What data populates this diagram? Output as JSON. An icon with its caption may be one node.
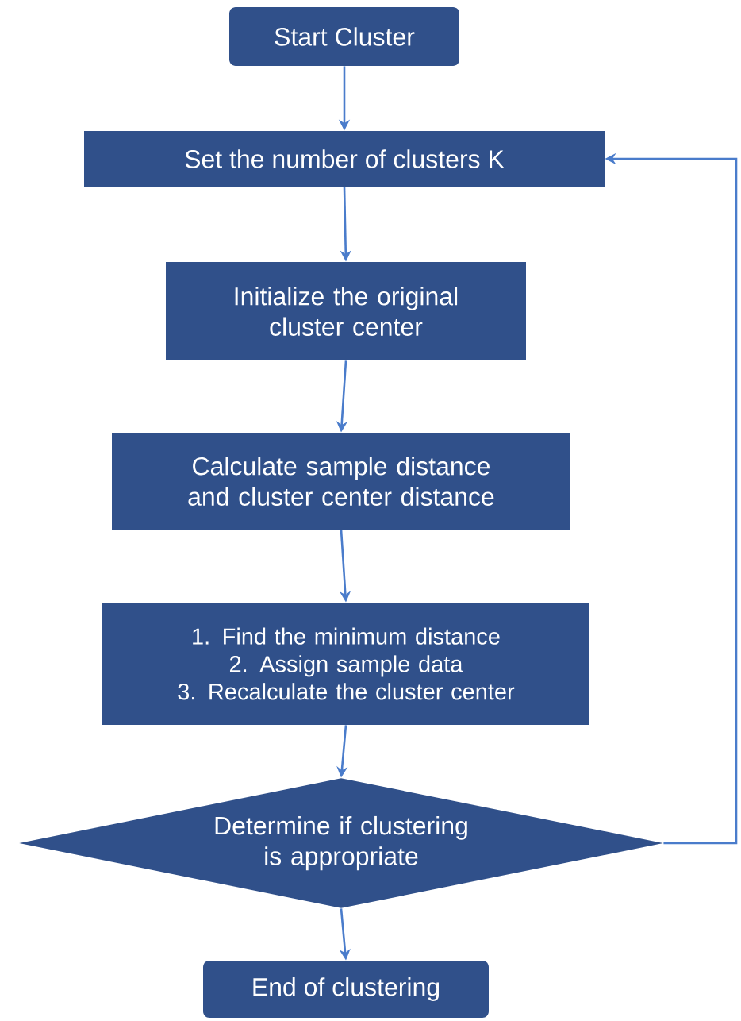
{
  "diagram": {
    "nodes": [
      {
        "text": [
          "Start Cluster"
        ]
      },
      {
        "text": [
          "Set the number of clusters K"
        ]
      },
      {
        "text": [
          "Initialize the original cluster center"
        ]
      },
      {
        "text": [
          "Calculate sample distance and cluster center distance"
        ]
      },
      {
        "text": [
          "1. Find the minimum distance",
          "2. Assign sample data",
          "3. Recalculate the cluster center"
        ]
      },
      {
        "text": [
          "Determine if clustering is appropriate"
        ]
      },
      {
        "text": [
          "End of clustering"
        ]
      }
    ],
    "edges": [
      {
        "from": 0,
        "to": 1,
        "arrow": "to"
      },
      {
        "from": 1,
        "to": 2,
        "arrow": "to"
      },
      {
        "from": 2,
        "to": 3,
        "arrow": "to"
      },
      {
        "from": 3,
        "to": 4,
        "arrow": "to"
      },
      {
        "from": 4,
        "to": 5,
        "arrow": "to"
      },
      {
        "from": 5,
        "to": 6,
        "arrow": "to"
      },
      {
        "from": 5,
        "to": 1,
        "arrow": "to"
      }
    ]
  }
}
